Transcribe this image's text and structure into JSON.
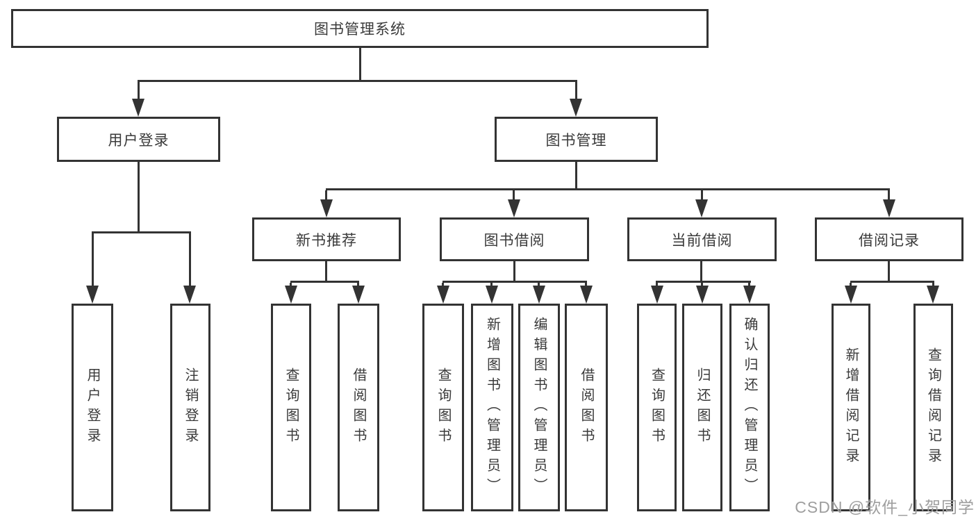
{
  "diagram": {
    "root": {
      "label": "图书管理系统"
    },
    "level2": [
      {
        "label": "用户登录"
      },
      {
        "label": "图书管理"
      }
    ],
    "level3": [
      {
        "label": "新书推荐"
      },
      {
        "label": "图书借阅"
      },
      {
        "label": "当前借阅"
      },
      {
        "label": "借阅记录"
      }
    ],
    "leaves": {
      "user_login": [
        "用户登录",
        "注销登录"
      ],
      "new_book": [
        "查询图书",
        "借阅图书"
      ],
      "book_borrow": [
        "查询图书",
        "新增图书（管理员）",
        "编辑图书（管理员）",
        "借阅图书"
      ],
      "current_borrow": [
        "查询图书",
        "归还图书",
        "确认归还（管理员）"
      ],
      "borrow_record": [
        "新增借阅记录",
        "查询借阅记录"
      ]
    }
  },
  "watermark": "CSDN @软件_小贺同学",
  "colors": {
    "line": "#333333",
    "text": "#3a3a3a",
    "watermark": "#9e9e9e",
    "background": "#ffffff"
  }
}
